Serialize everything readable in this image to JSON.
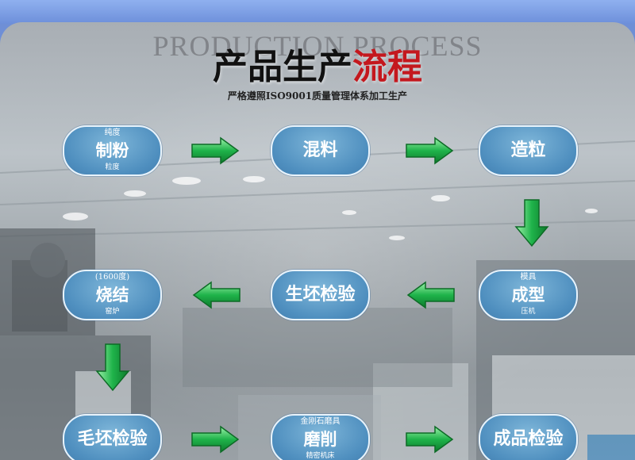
{
  "background_title": "PRODUCTION PROCESS",
  "title_part1": "产品生产",
  "title_part2": "流程",
  "subtitle": "严格遵照ISO9001质量管理体系加工生产",
  "colors": {
    "node_fill": "#5a9ac7",
    "node_border": "#e8f3fb",
    "arrow_green": "#1fb34a",
    "title_red": "#c4181e"
  },
  "steps": [
    {
      "main": "制粉",
      "top": "纯度",
      "bottom": "粒度"
    },
    {
      "main": "混料",
      "top": "",
      "bottom": ""
    },
    {
      "main": "造粒",
      "top": "",
      "bottom": ""
    },
    {
      "main": "成型",
      "top": "模具",
      "bottom": "压机"
    },
    {
      "main": "生坯检验",
      "top": "",
      "bottom": ""
    },
    {
      "main": "烧结",
      "top": "(1600度)",
      "bottom": "窑炉"
    },
    {
      "main": "毛坯检验",
      "top": "",
      "bottom": ""
    },
    {
      "main": "磨削",
      "top": "金刚石磨具",
      "bottom": "精密机床"
    },
    {
      "main": "成品检验",
      "top": "",
      "bottom": ""
    }
  ]
}
